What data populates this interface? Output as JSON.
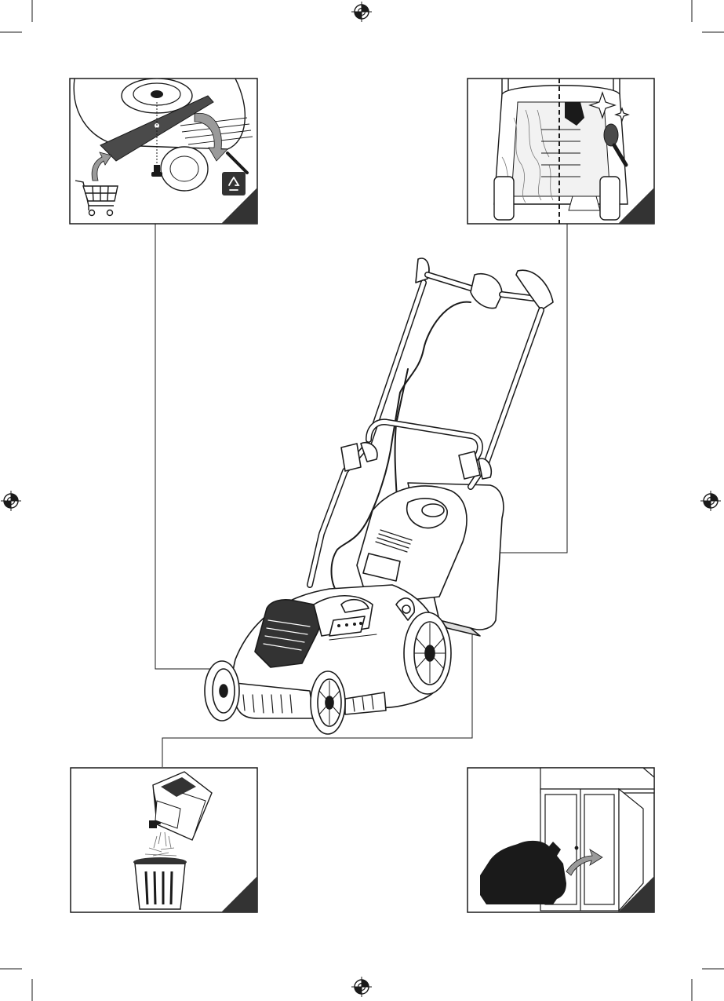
{
  "page": {
    "background": "#ffffff",
    "ink": "#1a1a1a",
    "accent_dark": "#333333",
    "gray_mid": "#888888",
    "gray_light": "#d9d9d9"
  },
  "panels": [
    {
      "name": "blade-replacement-panel",
      "icons": [
        "shopping-cart-icon",
        "recycle-icon",
        "screw-icon",
        "blade-icon",
        "rotate-arrow-icon"
      ]
    },
    {
      "name": "cleaning-panel",
      "icons": [
        "sparkle-icon",
        "brush-icon"
      ]
    },
    {
      "name": "grass-bag-emptying-panel",
      "icons": [
        "grass-box-icon",
        "trash-bin-icon"
      ]
    },
    {
      "name": "storage-panel",
      "icons": [
        "shed-icon",
        "lawnmower-silhouette-icon",
        "arrow-icon"
      ]
    }
  ],
  "main_illustration": {
    "name": "lawnmower-illustration"
  },
  "registration_marks": [
    "top-center",
    "left-middle",
    "right-middle",
    "bottom-center"
  ]
}
